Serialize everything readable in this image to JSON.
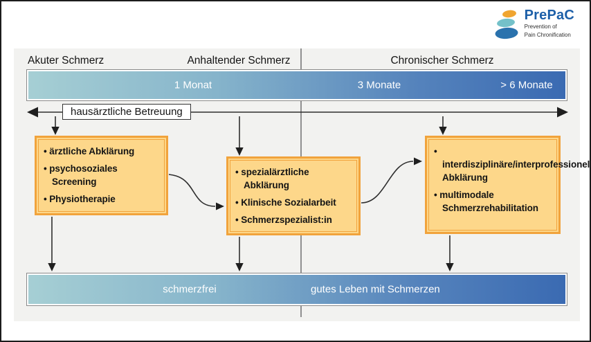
{
  "logo": {
    "title": "PrePaC",
    "tagline_line1": "Prevention of",
    "tagline_line2": "Pain Chronification",
    "colors": {
      "title_blue": "#1c5fa8",
      "stone_top_orange": "#f0a531",
      "stone_middle_teal": "#74c1c9",
      "stone_bottom_blue": "#2a72ad"
    }
  },
  "phases": {
    "acute": "Akuter Schmerz",
    "persistent": "Anhaltender Schmerz",
    "chronic": "Chronischer Schmerz"
  },
  "timeline_bar": {
    "label_1": "1 Monat",
    "label_2": "3 Monate",
    "label_3": "> 6 Monate",
    "gradient_start": "#a6cfd4",
    "gradient_end": "#3a6ab2"
  },
  "care": {
    "label": "hausärztliche Betreuung"
  },
  "boxes": {
    "acute": {
      "items": [
        "ärztliche Abklärung",
        "psychosoziales Screening",
        "Physiotherapie"
      ]
    },
    "persistent": {
      "items": [
        "spezialärztliche Abklärung",
        "Klinische Sozialarbeit",
        "Schmerzspezialist:in"
      ]
    },
    "chronic": {
      "items": [
        "interdisziplinäre/interprofessionelle Abklärung",
        "multimodale Schmerzrehabilitation"
      ]
    }
  },
  "outcome_bar": {
    "label_left": "schmerzfrei",
    "label_right": "gutes Leben mit Schmerzen"
  },
  "colors": {
    "panel_bg": "#f2f2f0",
    "box_fill": "#fdd78a",
    "box_border": "#f1a33c",
    "arrow": "#2e2e2e",
    "divider": "#8f8f8f"
  }
}
